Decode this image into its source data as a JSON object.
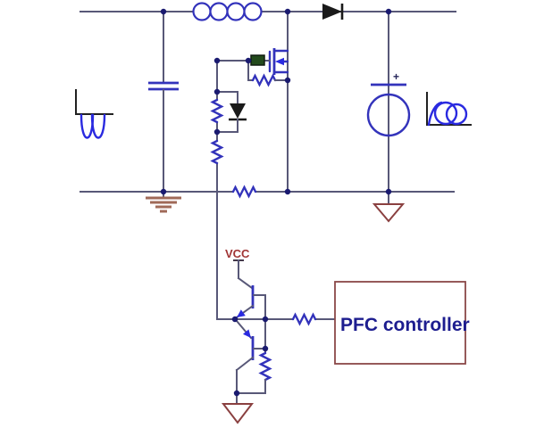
{
  "diagram": {
    "type": "circuit-schematic",
    "description": "Boost PFC converter power stage with discrete NPN/PNP totem-pole gate driver and PFC controller block",
    "labels": {
      "vcc": "VCC",
      "pfc_controller": "PFC controller",
      "output_polarity": "+"
    },
    "components": [
      {
        "name": "input-waveform-icon",
        "kind": "rectified-sine-glyph"
      },
      {
        "name": "input-capacitor",
        "kind": "capacitor"
      },
      {
        "name": "boost-inductor",
        "kind": "inductor-4-loops"
      },
      {
        "name": "boost-diode",
        "kind": "diode"
      },
      {
        "name": "power-mosfet",
        "kind": "n-channel-mosfet"
      },
      {
        "name": "gate-bead",
        "kind": "ferrite-bead"
      },
      {
        "name": "gate-source-resistor",
        "kind": "resistor"
      },
      {
        "name": "clamp-diode",
        "kind": "diode"
      },
      {
        "name": "upper-divider-resistor",
        "kind": "resistor"
      },
      {
        "name": "lower-divider-resistor",
        "kind": "resistor"
      },
      {
        "name": "sense-resistor",
        "kind": "resistor"
      },
      {
        "name": "output-capacitor",
        "kind": "polarized-source-circle"
      },
      {
        "name": "output-waveform-icon",
        "kind": "omega-glyph"
      },
      {
        "name": "earth-ground",
        "kind": "earth-ground"
      },
      {
        "name": "output-ground",
        "kind": "triangle-ground"
      },
      {
        "name": "driver-npn-transistor",
        "kind": "npn"
      },
      {
        "name": "driver-pnp-transistor",
        "kind": "pnp"
      },
      {
        "name": "driver-emitter-resistor",
        "kind": "resistor"
      },
      {
        "name": "driver-output-resistor",
        "kind": "resistor"
      },
      {
        "name": "driver-ground",
        "kind": "triangle-ground"
      },
      {
        "name": "pfc-controller-box",
        "kind": "block"
      }
    ],
    "colors": {
      "wire": "#585878",
      "component_blue": "#3333bb",
      "bright_blue": "#2a2ae0",
      "dot_navy": "#1a1a70",
      "black": "#1a1a1a",
      "axis_black": "#222222",
      "dark_red_text": "#a03434",
      "navy_text": "#1d1d8f",
      "box_border": "#8a4848",
      "ground_brown": "#a06a58",
      "ground_outline": "#8a4040",
      "green_fill": "#234a1c"
    }
  }
}
